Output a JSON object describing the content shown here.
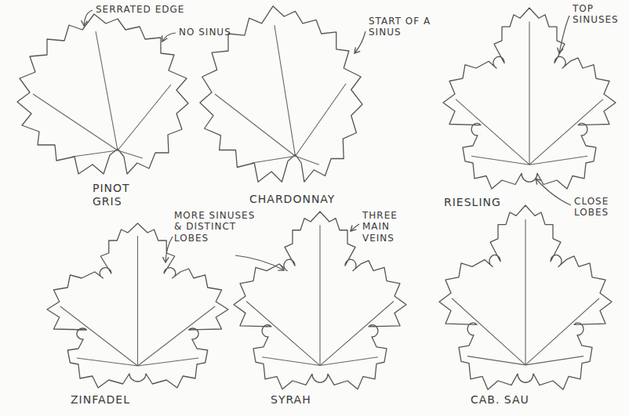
{
  "diagram": {
    "labels": [
      "SERRATED EDGE",
      "NO SINUS",
      "START OF A SINUS",
      "TOP SINUSES",
      "PINOT GRIS",
      "CHARDONNAY",
      "RIESLING",
      "CLOSE LOBES",
      "MORE SINUSES & DISTINCT LOBES",
      "THREE MAIN VEINS",
      "ZINFADEL",
      "SYRAH",
      "CAB. SAU"
    ]
  }
}
